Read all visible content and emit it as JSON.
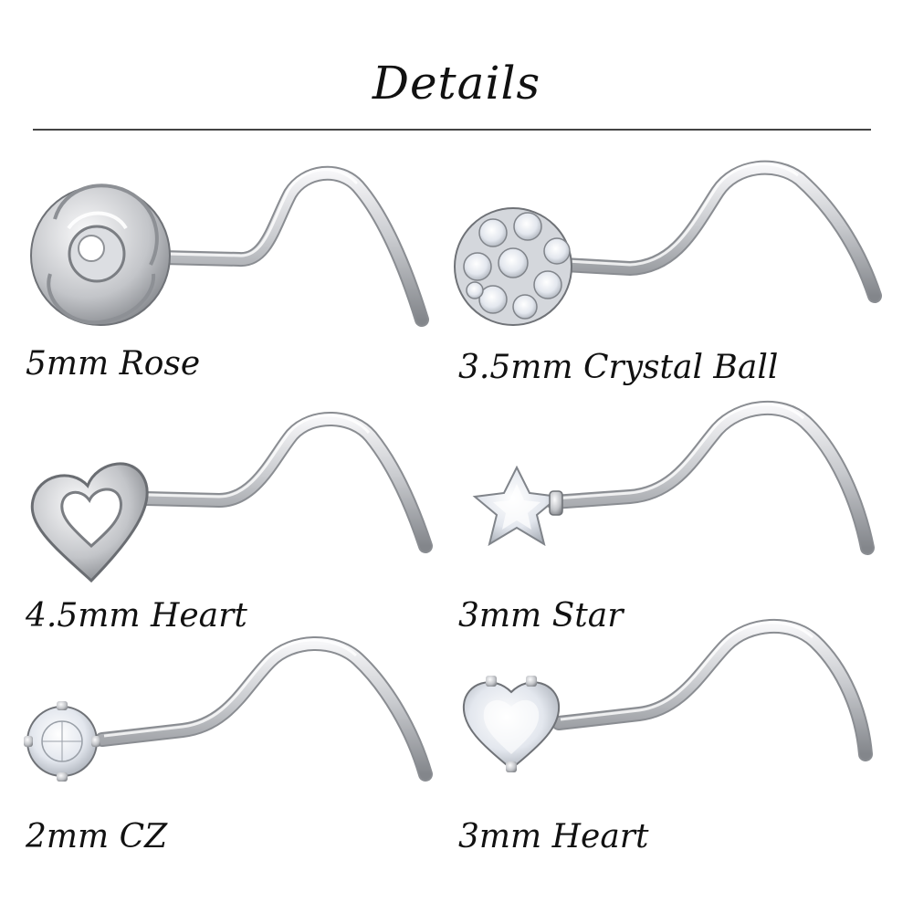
{
  "title": "Details",
  "colors": {
    "text": "#111111",
    "rule": "#444444",
    "metal_light": "#f4f4f6",
    "metal_mid": "#c6c8cc",
    "metal_dark": "#7e8186",
    "crystal": "#eef1f6"
  },
  "items": [
    {
      "label": "5mm Rose",
      "icon": "rose-stud-icon"
    },
    {
      "label": "3.5mm Crystal Ball",
      "icon": "crystal-ball-stud-icon"
    },
    {
      "label": "4.5mm Heart",
      "icon": "open-heart-stud-icon"
    },
    {
      "label": "3mm Star",
      "icon": "star-crystal-stud-icon"
    },
    {
      "label": "2mm CZ",
      "icon": "round-cz-stud-icon"
    },
    {
      "label": "3mm Heart",
      "icon": "heart-crystal-stud-icon"
    }
  ]
}
